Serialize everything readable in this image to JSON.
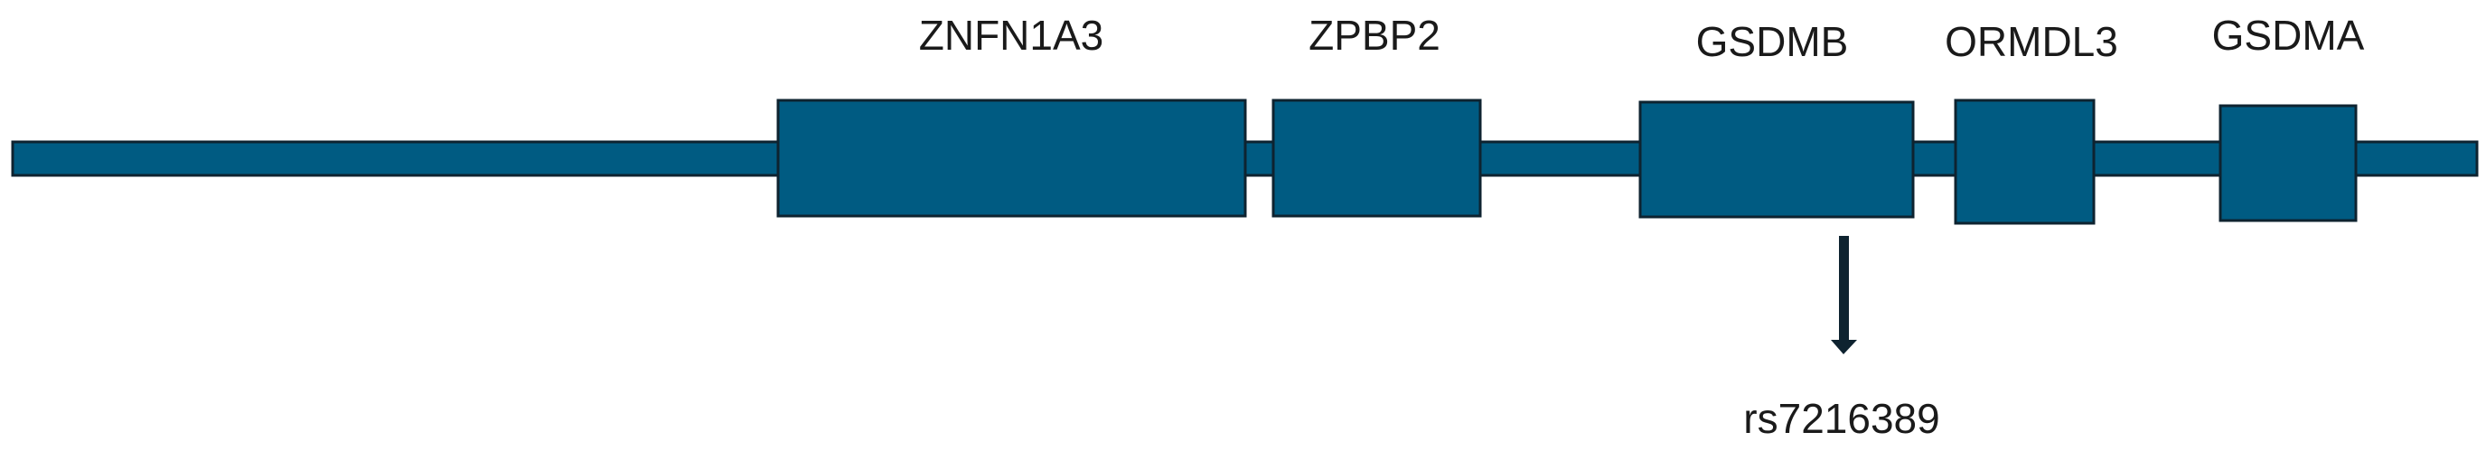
{
  "colors": {
    "chromosome_fill": "#005b82",
    "outline": "#0e2330",
    "text": "#1a1a1a",
    "background": "#ffffff"
  },
  "genes": [
    {
      "id": "znfn1a3",
      "label": "ZNFN1A3"
    },
    {
      "id": "zpbp2",
      "label": "ZPBP2"
    },
    {
      "id": "gsdmb",
      "label": "GSDMB"
    },
    {
      "id": "ormdl3",
      "label": "ORMDL3"
    },
    {
      "id": "gsdma",
      "label": "GSDMA"
    }
  ],
  "snp": {
    "label": "rs7216389",
    "gene": "GSDMB"
  }
}
